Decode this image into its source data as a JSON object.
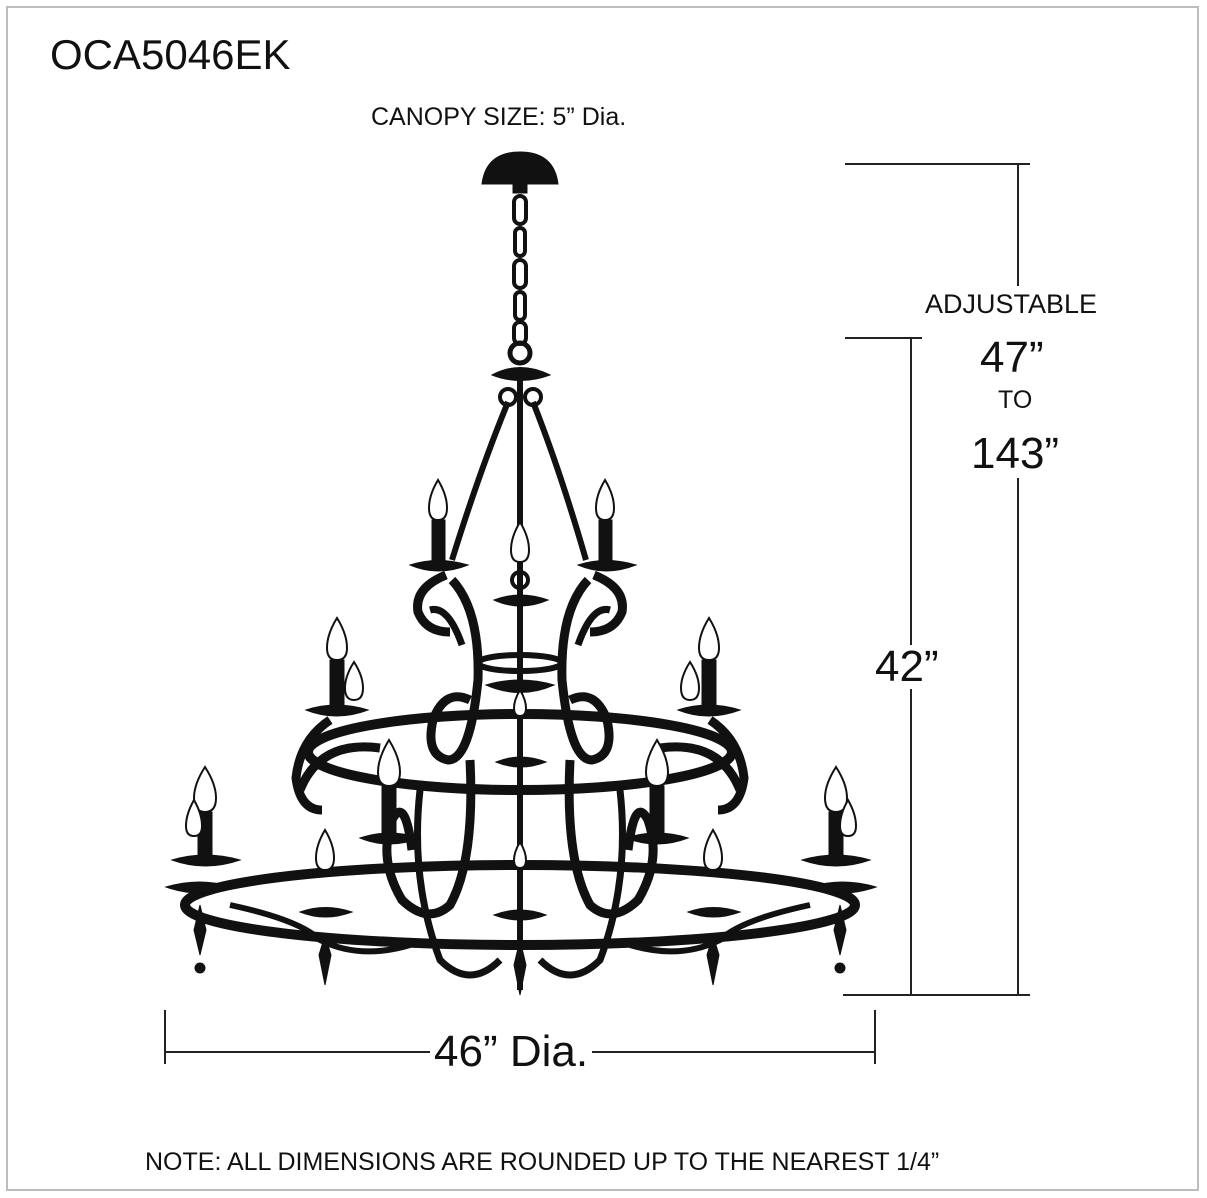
{
  "title": "OCA5046EK",
  "canopy": "CANOPY SIZE: 5” Dia.",
  "adjustable": {
    "label": "ADJUSTABLE",
    "min": "47”",
    "to": "TO",
    "max": "143”"
  },
  "fixture_height": "42”",
  "diameter": "46” Dia.",
  "note": "NOTE: ALL DIMENSIONS ARE ROUNDED UP TO THE NEAREST 1/4”",
  "colors": {
    "fixture": "#111111",
    "dimension_lines": "#222222",
    "frame_border": "#bdbdbd"
  }
}
